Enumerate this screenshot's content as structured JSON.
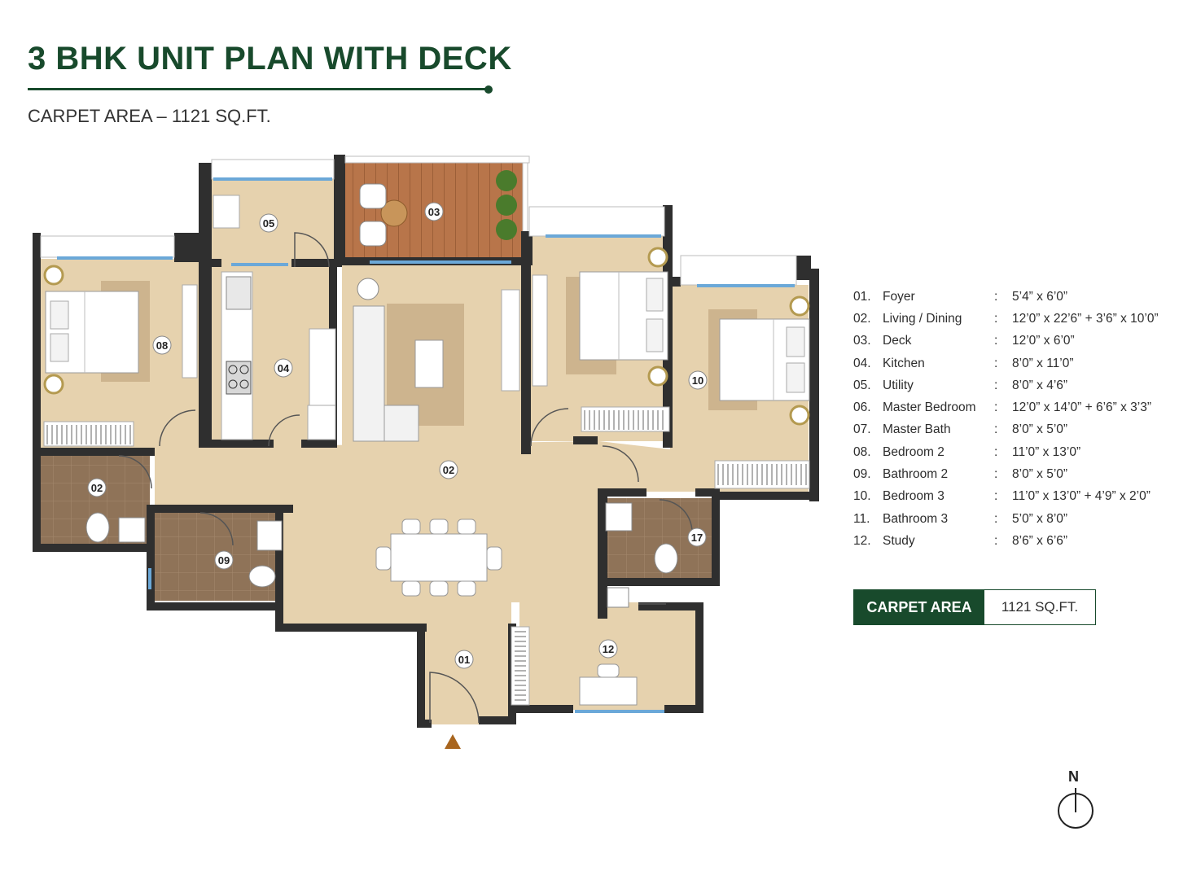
{
  "header": {
    "title": "3 BHK UNIT PLAN WITH DECK",
    "subtitle": "CARPET AREA – 1121 SQ.FT."
  },
  "plan_labels": {
    "foyer": "01",
    "living": "02",
    "bath_left": "02",
    "deck": "03",
    "kitchen": "04",
    "utility": "05",
    "bedroom2": "08",
    "bath2": "09",
    "bedroom3": "10",
    "study": "12",
    "master_bath": "17"
  },
  "legend": [
    {
      "num": "01.",
      "name": "Foyer",
      "sep": ":",
      "dim": "5’4” x 6’0”"
    },
    {
      "num": "02.",
      "name": "Living / Dining",
      "sep": ":",
      "dim": "12’0” x 22’6” + 3’6” x 10’0”"
    },
    {
      "num": "03.",
      "name": "Deck",
      "sep": ":",
      "dim": "12’0” x 6’0”"
    },
    {
      "num": "04.",
      "name": "Kitchen",
      "sep": ":",
      "dim": "8’0” x 11’0”"
    },
    {
      "num": "05.",
      "name": "Utility",
      "sep": ":",
      "dim": "8’0” x 4’6”"
    },
    {
      "num": "06.",
      "name": "Master Bedroom",
      "sep": ":",
      "dim": "12’0” x 14’0” + 6’6” x 3’3”"
    },
    {
      "num": "07.",
      "name": "Master Bath",
      "sep": ":",
      "dim": "8’0” x 5’0”"
    },
    {
      "num": "08.",
      "name": "Bedroom 2",
      "sep": ":",
      "dim": "11’0” x 13’0”"
    },
    {
      "num": "09.",
      "name": "Bathroom 2",
      "sep": ":",
      "dim": "8’0” x 5’0”"
    },
    {
      "num": "10.",
      "name": "Bedroom 3",
      "sep": ":",
      "dim": "11’0” x 13’0” + 4’9” x 2’0”"
    },
    {
      "num": "11.",
      "name": "Bathroom 3",
      "sep": ":",
      "dim": "5’0” x 8’0”"
    },
    {
      "num": "12.",
      "name": "Study",
      "sep": ":",
      "dim": "8’6” x 6’6”"
    }
  ],
  "area_box": {
    "label": "CARPET AREA",
    "value": "1121 SQ.FT."
  },
  "compass": {
    "label": "N"
  },
  "colors": {
    "brand_green": "#184a2c",
    "floor": "#e6d2ae",
    "wall": "#2f2f2f",
    "tile": "#8f7358",
    "deck": "#b8754a",
    "window": "#6ba8d8",
    "entry_arrow": "#a8651e"
  }
}
